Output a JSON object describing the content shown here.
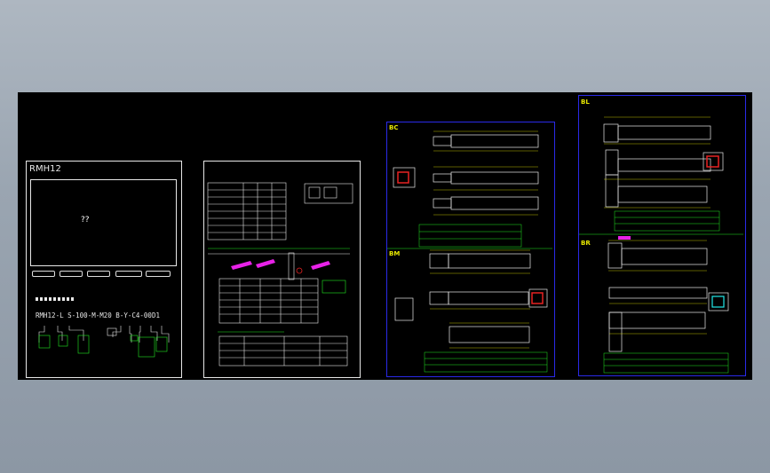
{
  "colors": {
    "background": "#9aa5b1",
    "canvas": "#000000",
    "frame_white": "#e8e8e8",
    "frame_blue": "#2a2ae8",
    "line_green": "#22e822",
    "text_yellow": "#e8e800",
    "accent_magenta": "#e822e8",
    "accent_red": "#e82222",
    "accent_cyan": "#22e8e8"
  },
  "sheet1": {
    "title": "RMH12",
    "image_placeholder": "??",
    "model_code": "RMH12-L S-100-M-M20 B-Y-C4-00D1"
  },
  "sheet3": {
    "view_bc": "BC",
    "view_bm": "BM"
  },
  "sheet4": {
    "view_bl": "BL",
    "view_br": "BR"
  }
}
